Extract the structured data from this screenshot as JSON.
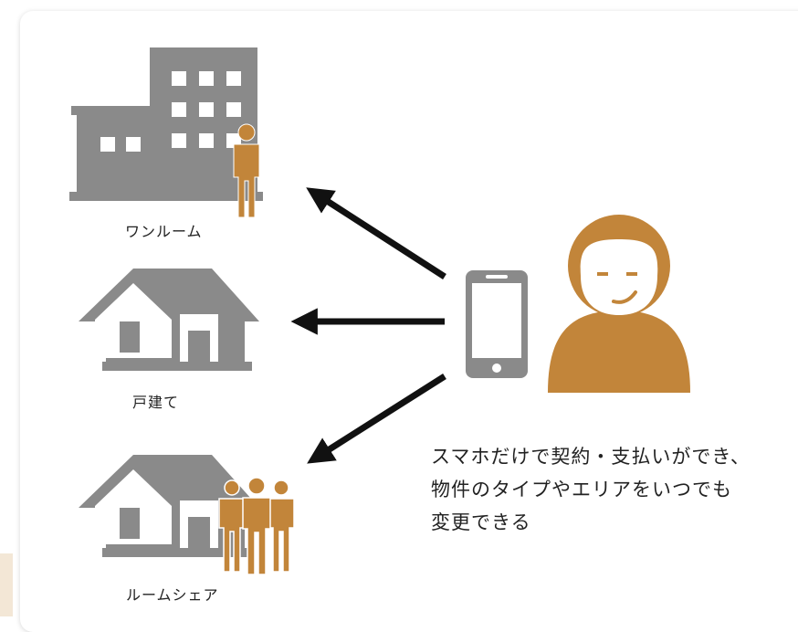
{
  "colors": {
    "building": "#8a8a8a",
    "person": "#c2853a",
    "arrow": "#111111",
    "phone": "#8a8a8a"
  },
  "options": [
    {
      "label": "ワンルーム",
      "icon": "apartment-icon"
    },
    {
      "label": "戸建て",
      "icon": "house-icon"
    },
    {
      "label": "ルームシェア",
      "icon": "shared-house-icon"
    }
  ],
  "caption": {
    "line1": "スマホだけで契約・支払いができ、",
    "line2": "物件のタイプやエリアをいつでも",
    "line3": "変更できる"
  }
}
